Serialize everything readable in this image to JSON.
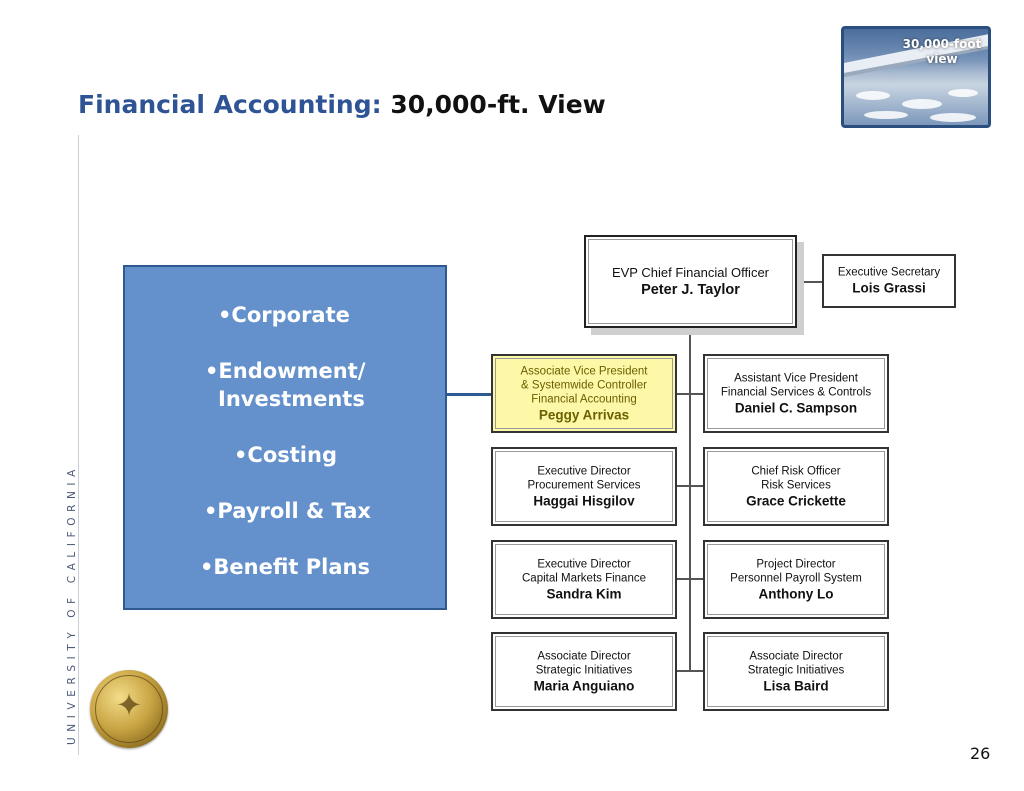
{
  "title": {
    "highlight": "Financial Accounting:",
    "rest": "30,000-ft. View"
  },
  "sidebar_text": "UNIVERSITY OF CALIFORNIA",
  "thumbnail": {
    "label_line1": "30,000-foot",
    "label_line2": "view"
  },
  "responsibilities": [
    "•Corporate",
    "•Endowment/",
    "Investments",
    "•Costing",
    "•Payroll & Tax",
    "•Benefit Plans"
  ],
  "org": {
    "top": {
      "role": "EVP Chief Financial Officer",
      "name": "Peter J. Taylor"
    },
    "secretary": {
      "role": "Executive Secretary",
      "name": "Lois Grassi"
    },
    "left": [
      {
        "role1": "Associate Vice President",
        "role2": "& Systemwide Controller",
        "role3": "Financial Accounting",
        "name": "Peggy Arrivas"
      },
      {
        "role1": "Executive Director",
        "role2": "Procurement Services",
        "name": "Haggai Hisgilov"
      },
      {
        "role1": "Executive Director",
        "role2": "Capital Markets Finance",
        "name": "Sandra Kim"
      },
      {
        "role1": "Associate Director",
        "role2": "Strategic Initiatives",
        "name": "Maria Anguiano"
      }
    ],
    "right": [
      {
        "role1": "Assistant Vice President",
        "role2": "Financial Services & Controls",
        "name": "Daniel C. Sampson"
      },
      {
        "role1": "Chief Risk Officer",
        "role2": "Risk Services",
        "name": "Grace Crickette"
      },
      {
        "role1": "Project Director",
        "role2": "Personnel Payroll System",
        "name": "Anthony Lo"
      },
      {
        "role1": "Associate Director",
        "role2": "Strategic Initiatives",
        "name": "Lisa Baird"
      }
    ]
  },
  "page_number": "26",
  "colors": {
    "title_blue": "#2f5496",
    "box_blue": "#6491cb",
    "highlight_yellow": "#fdf7a8"
  }
}
